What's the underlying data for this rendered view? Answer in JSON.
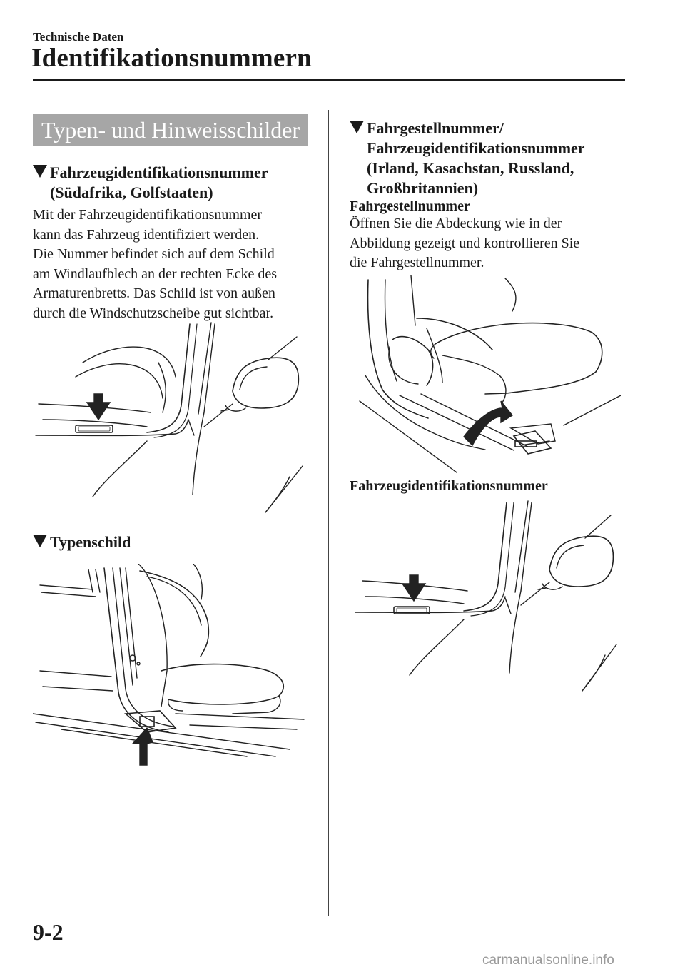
{
  "header": {
    "chapter": "Technische Daten",
    "title": "Identifikationsnummern"
  },
  "left": {
    "banner": "Typen- und Hinweisschilder",
    "section1": {
      "heading": "Fahrzeugidentifikationsnummer\n(Südafrika, Golfstaaten)",
      "body": "Mit der Fahrzeugidentifikationsnummer\nkann das Fahrzeug identifiziert werden.\nDie Nummer befindet sich auf dem Schild\nam Windlaufblech an der rechten Ecke des\nArmaturenbretts. Das Schild ist von außen\ndurch die Windschutzscheibe gut sichtbar."
    },
    "section2": {
      "heading": "Typenschild"
    }
  },
  "right": {
    "section3": {
      "heading": "Fahrgestellnummer/\nFahrzeugidentifikationsnummer\n(Irland, Kasachstan, Russland,\nGroßbritannien)",
      "sub1": "Fahrgestellnummer",
      "body": "Öffnen Sie die Abdeckung wie in der\nAbbildung gezeigt und kontrollieren Sie\ndie Fahrgestellnummer.",
      "sub2": "Fahrzeugidentifikationsnummer"
    }
  },
  "footer": {
    "page_number": "9-2",
    "watermark": "carmanualsonline.info"
  }
}
